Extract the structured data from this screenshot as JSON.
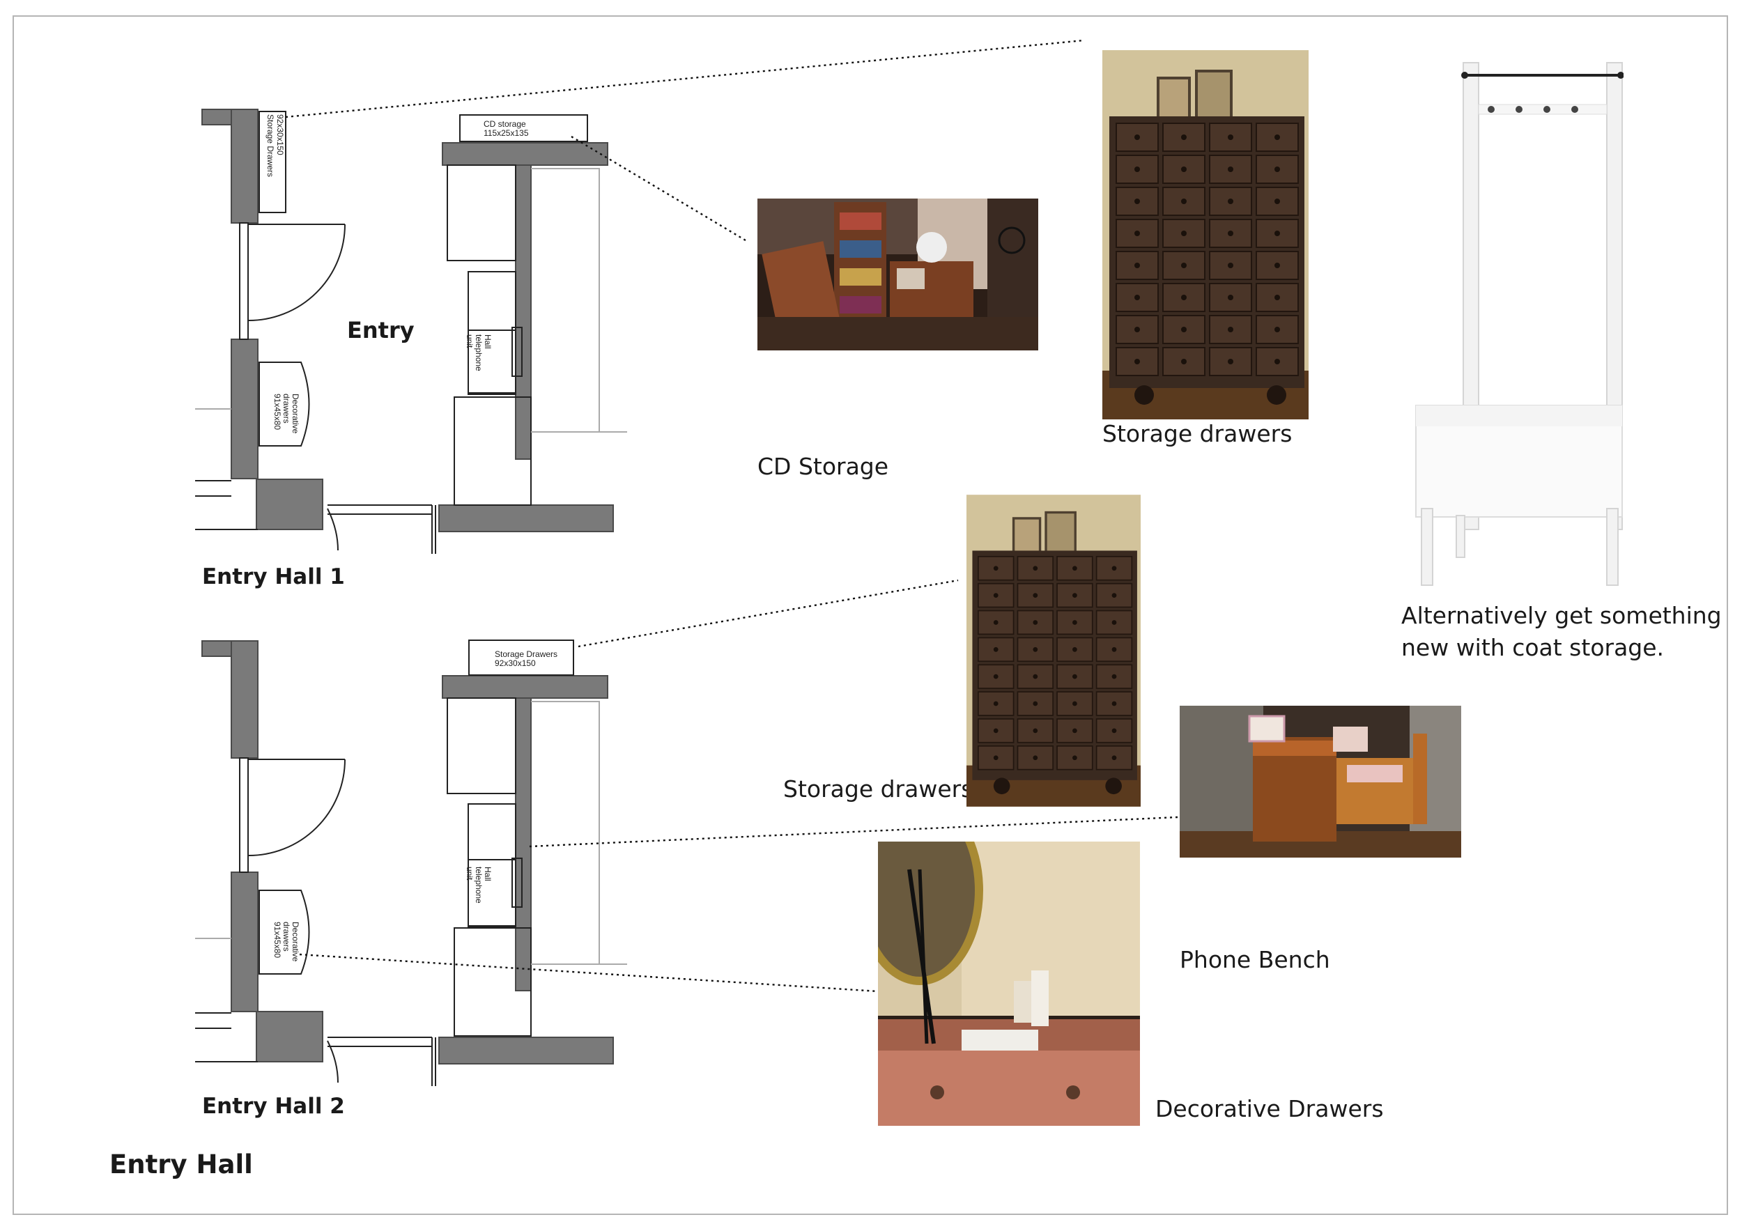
{
  "page": {
    "title": "Entry Hall"
  },
  "plans": [
    {
      "title": "Entry Hall 1",
      "room_label": "Entry",
      "tags": {
        "storage_drawers": [
          "Storage Drawers",
          "92x30x150"
        ],
        "cd_storage": [
          "CD storage",
          "115x25x135"
        ],
        "hall_telephone": [
          "Hall",
          "telephone",
          "unit"
        ],
        "decorative_drawers": [
          "Decorative",
          "drawers",
          "91x45x80"
        ]
      }
    },
    {
      "title": "Entry Hall 2",
      "tags": {
        "storage_drawers": [
          "Storage Drawers",
          "92x30x150"
        ],
        "hall_telephone": [
          "Hall",
          "telephone",
          "unit"
        ],
        "decorative_drawers": [
          "Decorative",
          "drawers",
          "91x45x80"
        ]
      }
    }
  ],
  "captions": {
    "cd_storage": "CD Storage",
    "storage_drawers_top": "Storage drawers",
    "storage_drawers_mid": "Storage drawers",
    "phone_bench": "Phone Bench",
    "decorative_drawers": "Decorative Drawers",
    "coat_storage_line1": "Alternatively get something",
    "coat_storage_line2": "new with coat storage."
  },
  "photos": {
    "cd_storage": "CD storage shelving photo",
    "storage_drawers_top": "Dark wood chest of drawers photo",
    "storage_drawers_mid": "Dark wood chest of drawers photo",
    "phone_bench": "Wooden telephone bench photo",
    "decorative_drawers": "Decorative commode with mirror photo",
    "coat_bench": "White bench with coat rack"
  },
  "colors": {
    "wall_fill": "#7a7a7a",
    "frame": "#b5b5b5",
    "text": "#1a1a1a"
  }
}
